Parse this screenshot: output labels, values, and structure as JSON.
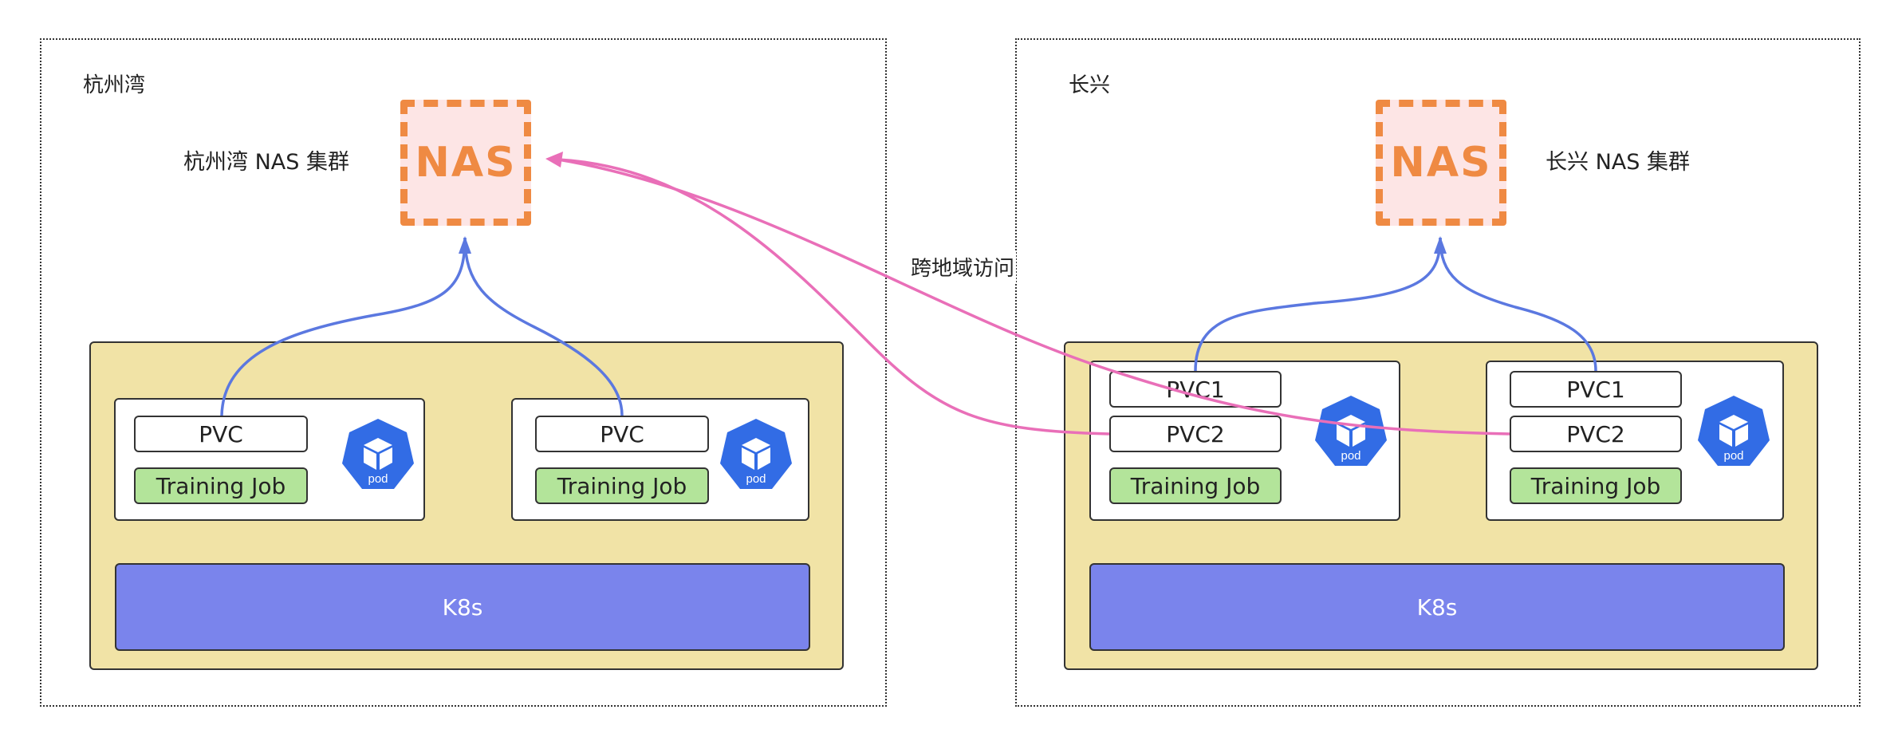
{
  "regions": {
    "left": {
      "label": "杭州湾",
      "nas_text": "NAS",
      "nas_label": "杭州湾 NAS 集群",
      "k8s_label": "K8s",
      "jobs": [
        {
          "pvcs": [
            "PVC"
          ],
          "training": "Training Job",
          "pod": "pod"
        },
        {
          "pvcs": [
            "PVC"
          ],
          "training": "Training Job",
          "pod": "pod"
        }
      ]
    },
    "right": {
      "label": "长兴",
      "nas_text": "NAS",
      "nas_label": "长兴 NAS 集群",
      "k8s_label": "K8s",
      "jobs": [
        {
          "pvcs": [
            "PVC1",
            "PVC2"
          ],
          "training": "Training Job",
          "pod": "pod"
        },
        {
          "pvcs": [
            "PVC1",
            "PVC2"
          ],
          "training": "Training Job",
          "pod": "pod"
        }
      ]
    }
  },
  "cross_region_label": "跨地域访问",
  "colors": {
    "nas_orange": "#ef8a43",
    "nas_fill": "#fde5e5",
    "cluster_fill": "#f1e3a6",
    "k8s_fill": "#7a84ec",
    "training_fill": "#b3e49a",
    "pod_blue": "#326ce5",
    "local_link": "#5b78e0",
    "cross_link": "#e96fb8"
  }
}
